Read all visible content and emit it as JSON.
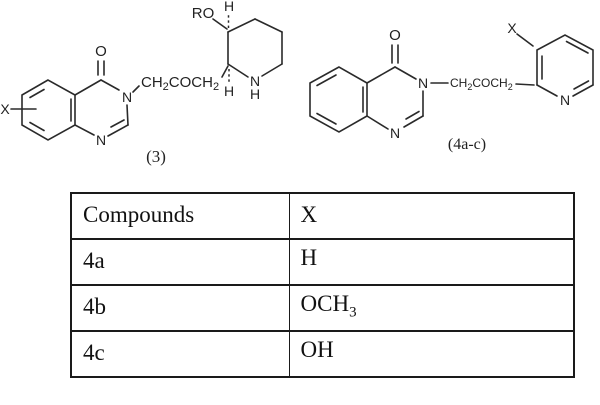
{
  "figure": {
    "line_color": "#2a2a2a",
    "structure3": {
      "label": "(3)",
      "atoms": {
        "X": "X",
        "O": "O",
        "N3": "N",
        "N1": "N",
        "RO": "RO",
        "H_top": "H",
        "H_bottom": "H",
        "ring_N": "N",
        "ring_NH": "H"
      },
      "chain": {
        "seg1": "CH",
        "sub1": "2",
        "seg2": "COCH",
        "sub2": "2"
      }
    },
    "structure4": {
      "label": "(4a-c)",
      "atoms": {
        "O": "O",
        "N3": "N",
        "N1": "N",
        "X": "X",
        "pyridine_N": "N"
      },
      "chain": {
        "seg1": "CH",
        "sub1": "2",
        "seg2": "COCH",
        "sub2": "2"
      }
    }
  },
  "table": {
    "headers": [
      "Compounds",
      "X"
    ],
    "rows": [
      {
        "compound": "4a",
        "x": "H",
        "x_sub": ""
      },
      {
        "compound": "4b",
        "x": "OCH",
        "x_sub": "3"
      },
      {
        "compound": "4c",
        "x": "OH",
        "x_sub": ""
      }
    ]
  }
}
